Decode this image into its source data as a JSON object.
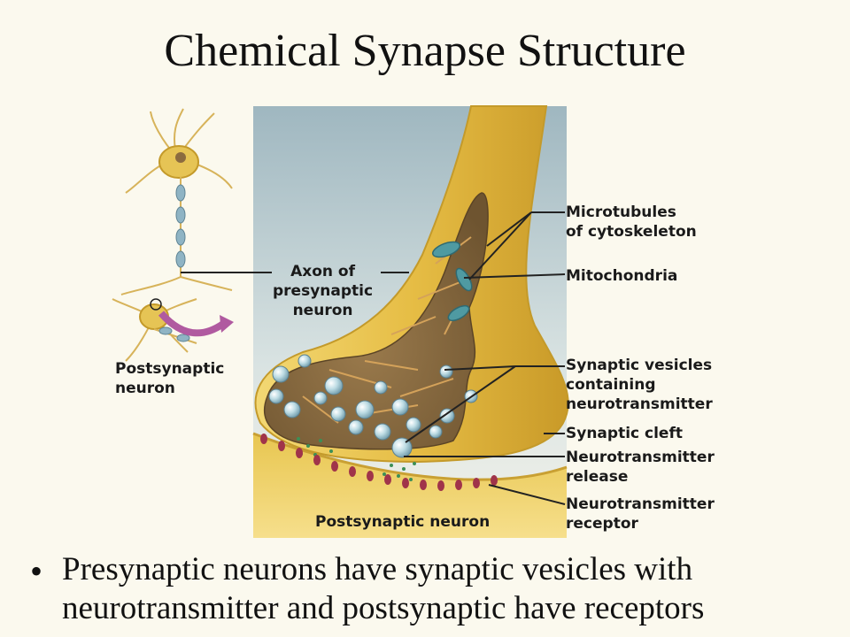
{
  "title": "Chemical Synapse Structure",
  "labels": {
    "axon": [
      "Axon of",
      "presynaptic",
      "neuron"
    ],
    "postsynaptic_small": [
      "Postsynaptic",
      "neuron"
    ],
    "microtubules": [
      "Microtubules",
      "of cytoskeleton"
    ],
    "mitochondria": [
      "Mitochondria"
    ],
    "vesicles": [
      "Synaptic vesicles",
      "containing",
      "neurotransmitter"
    ],
    "cleft": [
      "Synaptic cleft"
    ],
    "release": [
      "Neurotransmitter",
      "release"
    ],
    "receptor": [
      "Neurotransmitter",
      "receptor"
    ],
    "postsynaptic_bottom": [
      "Postsynaptic neuron"
    ]
  },
  "bullet": "Presynaptic neurons have synaptic vesicles with neurotransmitter and postsynaptic have receptors",
  "colors": {
    "membrane": "#e8c650",
    "cytoplasm": "#8b6b3f",
    "vesicle": "#bcd9e2",
    "receptor": "#a0344a",
    "background_panel": "#a6bcc4",
    "arrow": "#b05aa0"
  }
}
